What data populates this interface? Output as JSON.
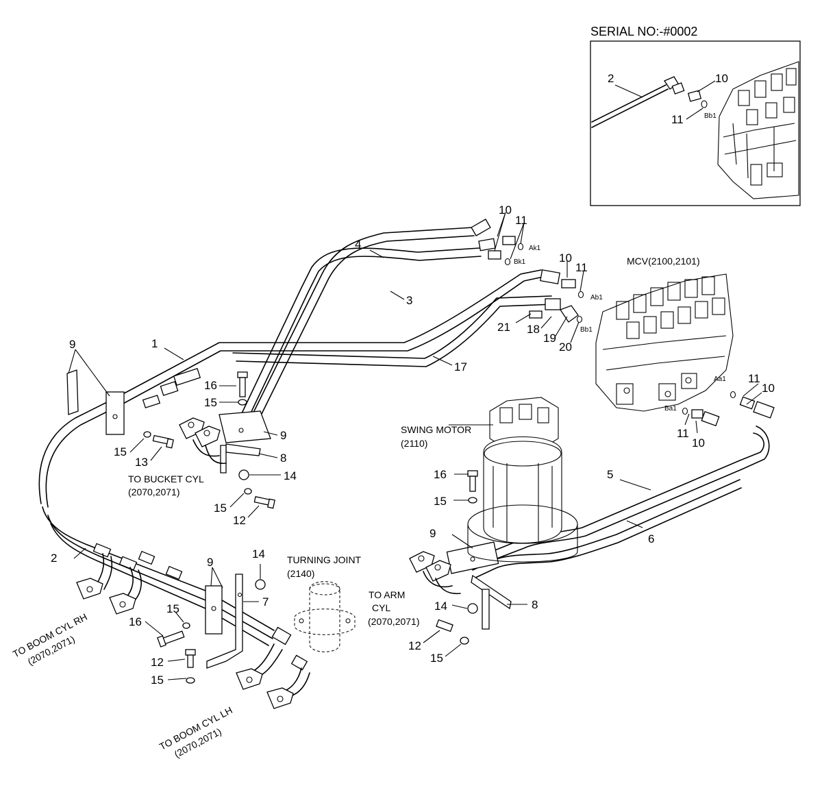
{
  "inset": {
    "serial": "SERIAL NO:-#0002",
    "callouts": {
      "c2": "2",
      "c10": "10",
      "c11": "11"
    },
    "port": "Bb1"
  },
  "labels": {
    "mcv": "MCV(2100,2101)",
    "swing_motor": "SWING MOTOR",
    "swing_motor_code": "(2110)",
    "turning_joint": "TURNING JOINT",
    "turning_joint_code": "(2140)",
    "to_bucket": "TO BUCKET CYL",
    "to_bucket_code": "(2070,2071)",
    "to_arm_1": "TO ARM",
    "to_arm_2": "CYL",
    "to_arm_code": "(2070,2071)",
    "boom_rh": "TO BOOM CYL RH",
    "boom_rh_code": "(2070,2071)",
    "boom_lh": "TO BOOM CYL LH",
    "boom_lh_code": "(2070,2071)"
  },
  "ports": {
    "ak1": "Ak1",
    "bk1": "Bk1",
    "ab1": "Ab1",
    "bb1": "Bb1",
    "aa1": "Aa1",
    "ba1": "Ba1"
  },
  "callouts": [
    {
      "id": "c-1",
      "text": "1"
    },
    {
      "id": "c-2",
      "text": "2"
    },
    {
      "id": "c-3",
      "text": "3"
    },
    {
      "id": "c-4",
      "text": "4"
    },
    {
      "id": "c-5",
      "text": "5"
    },
    {
      "id": "c-6",
      "text": "6"
    },
    {
      "id": "c-7",
      "text": "7"
    },
    {
      "id": "c-8",
      "text": "8"
    },
    {
      "id": "c-9",
      "text": "9"
    },
    {
      "id": "c-10",
      "text": "10"
    },
    {
      "id": "c-11",
      "text": "11"
    },
    {
      "id": "c-12",
      "text": "12"
    },
    {
      "id": "c-13",
      "text": "13"
    },
    {
      "id": "c-14",
      "text": "14"
    },
    {
      "id": "c-15",
      "text": "15"
    },
    {
      "id": "c-16",
      "text": "16"
    },
    {
      "id": "c-17",
      "text": "17"
    },
    {
      "id": "c-18",
      "text": "18"
    },
    {
      "id": "c-19",
      "text": "19"
    },
    {
      "id": "c-20",
      "text": "20"
    },
    {
      "id": "c-21",
      "text": "21"
    }
  ]
}
